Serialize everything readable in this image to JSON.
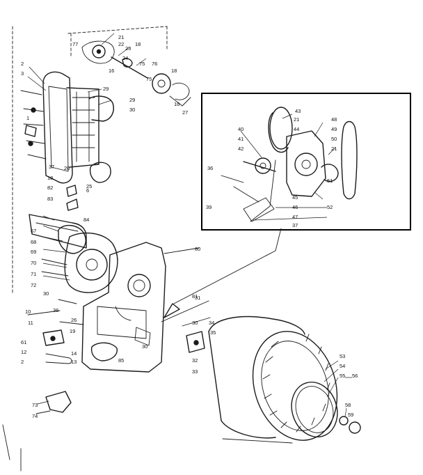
{
  "callouts": {
    "c21_top": "21",
    "c22_top": "22",
    "c77": "77",
    "c23": "23",
    "c18_top": "18",
    "c24": "24",
    "c16_top": "16",
    "c75_a": "75",
    "c76": "76",
    "c75_b": "75",
    "c18_b": "18",
    "c16_b": "16",
    "c27": "27",
    "c2_a": "2",
    "c3_a": "3",
    "c29_a": "29",
    "c29_b": "29",
    "c30_a": "30",
    "c1": "1",
    "c37_a": "37",
    "c18_c": "18",
    "c20": "20",
    "c82": "82",
    "c83": "83",
    "c84": "84",
    "c6": "6",
    "c25": "25",
    "c67": "67",
    "c68": "68",
    "c69": "69",
    "c70": "70",
    "c71": "71",
    "c72": "72",
    "c80": "80",
    "c81": "81",
    "c10": "10",
    "c11": "11",
    "c36_b": "36",
    "c26": "26",
    "c19": "19",
    "c61": "61",
    "c12": "12",
    "c2_b": "2",
    "c14": "14",
    "c13": "13",
    "c85": "85",
    "c30_b": "30",
    "c30_c": "30",
    "c73": "73",
    "c74": "74",
    "c43": "43",
    "c21_i": "21",
    "c44": "44",
    "c48": "48",
    "c49": "49",
    "c50": "50",
    "c40": "40",
    "c41": "41",
    "c42": "42",
    "c21_j": "21",
    "c36_i": "36",
    "c39": "39",
    "c45": "45",
    "c46": "46",
    "c47": "47",
    "c37_i": "37",
    "c51": "51",
    "c52": "52",
    "c31": "31",
    "c30_d": "30",
    "c34": "34",
    "c35": "35",
    "c32": "32",
    "c33": "33",
    "c53": "53",
    "c54": "54",
    "c55": "55",
    "c56": "56",
    "c58": "58",
    "c59": "59"
  },
  "icons": {
    "drum": "drum-assembly-icon",
    "motor": "motor-assembly-icon",
    "bulkhead": "front-bulkhead-icon",
    "heater": "heater-box-icon",
    "blower": "blower-housing-icon"
  }
}
